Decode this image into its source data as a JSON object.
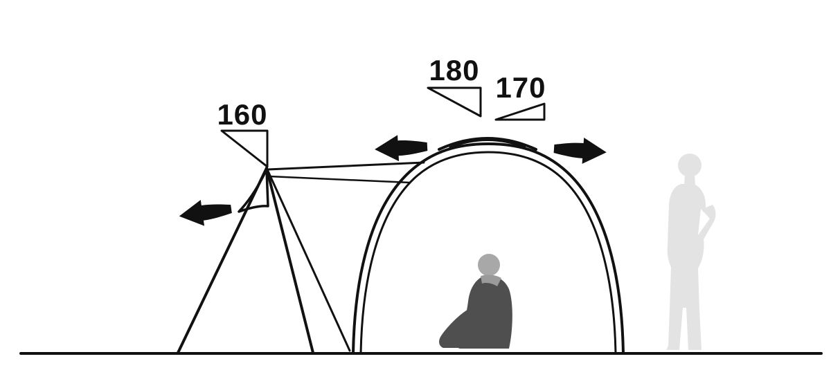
{
  "diagram": {
    "measurements": {
      "left_peak": "160",
      "dome_peak": "180",
      "dome_inner": "170"
    },
    "icons": {
      "left_tent_arrow": "curved-arrow-left-icon",
      "dome_left_arrow": "curved-arrow-left-icon",
      "dome_right_arrow": "curved-arrow-right-icon",
      "left_marker": "triangle-marker-outline",
      "peak_marker": "triangle-marker-outline",
      "inner_marker": "triangle-marker-hatched"
    },
    "colors": {
      "line": "#111111",
      "hatch": "#2a2a2a",
      "seated_person_body": "#4f4f4f",
      "seated_person_collar": "#9a9a9a",
      "seated_person_head": "#a8a8a8",
      "standing_person": "#e3e3e3",
      "background": "#ffffff"
    }
  }
}
